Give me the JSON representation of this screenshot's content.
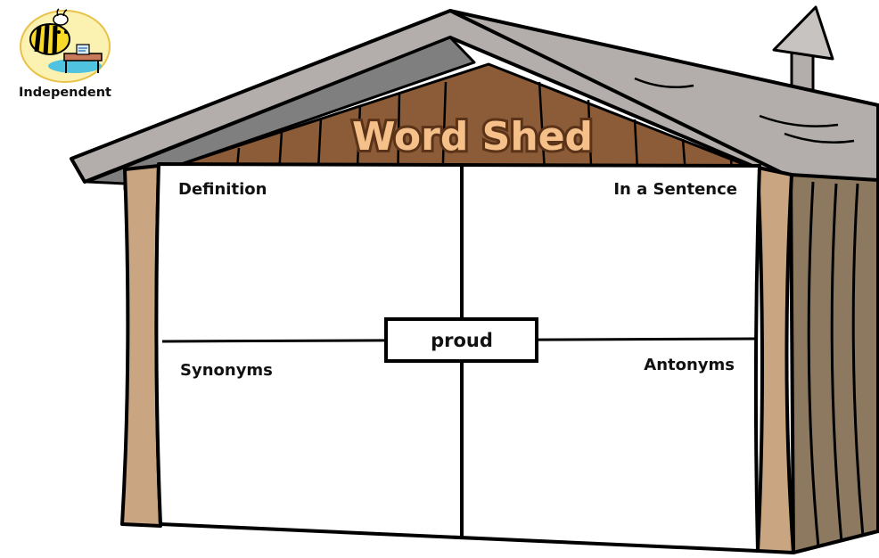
{
  "badge": {
    "label": "Independent"
  },
  "sign": {
    "title": "Word Shed"
  },
  "organizer": {
    "word": "proud",
    "quadrants": {
      "top_left": "Definition",
      "top_right": "In a Sentence",
      "bottom_left": "Synonyms",
      "bottom_right": "Antonyms"
    }
  },
  "colors": {
    "roof_fill": "#b3aeab",
    "roof_shadow": "#7f7f7f",
    "gable_wood": "#8c5b38",
    "sign_fill": "#f5c08a",
    "sign_outline": "#5a3318",
    "post_wood": "#c9a582",
    "side_wall": "#8d7860",
    "badge_circle": "#fbf1b0",
    "badge_outline": "#e8c24a",
    "outline": "#000000"
  }
}
